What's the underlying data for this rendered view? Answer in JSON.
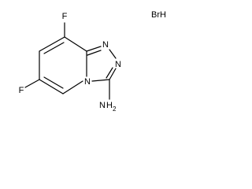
{
  "molecule": {
    "atoms": {
      "fluorine_top": "F",
      "fluorine_left": "F",
      "nitrogen_ring_top": "N",
      "nitrogen_ring_right": "N",
      "nitrogen_bridge": "N",
      "amine_n": "N",
      "amine_h": "H",
      "amine_subscript": "2"
    },
    "salt": "BrH"
  },
  "colors": {
    "ink": "#000000",
    "background": "#ffffff"
  }
}
